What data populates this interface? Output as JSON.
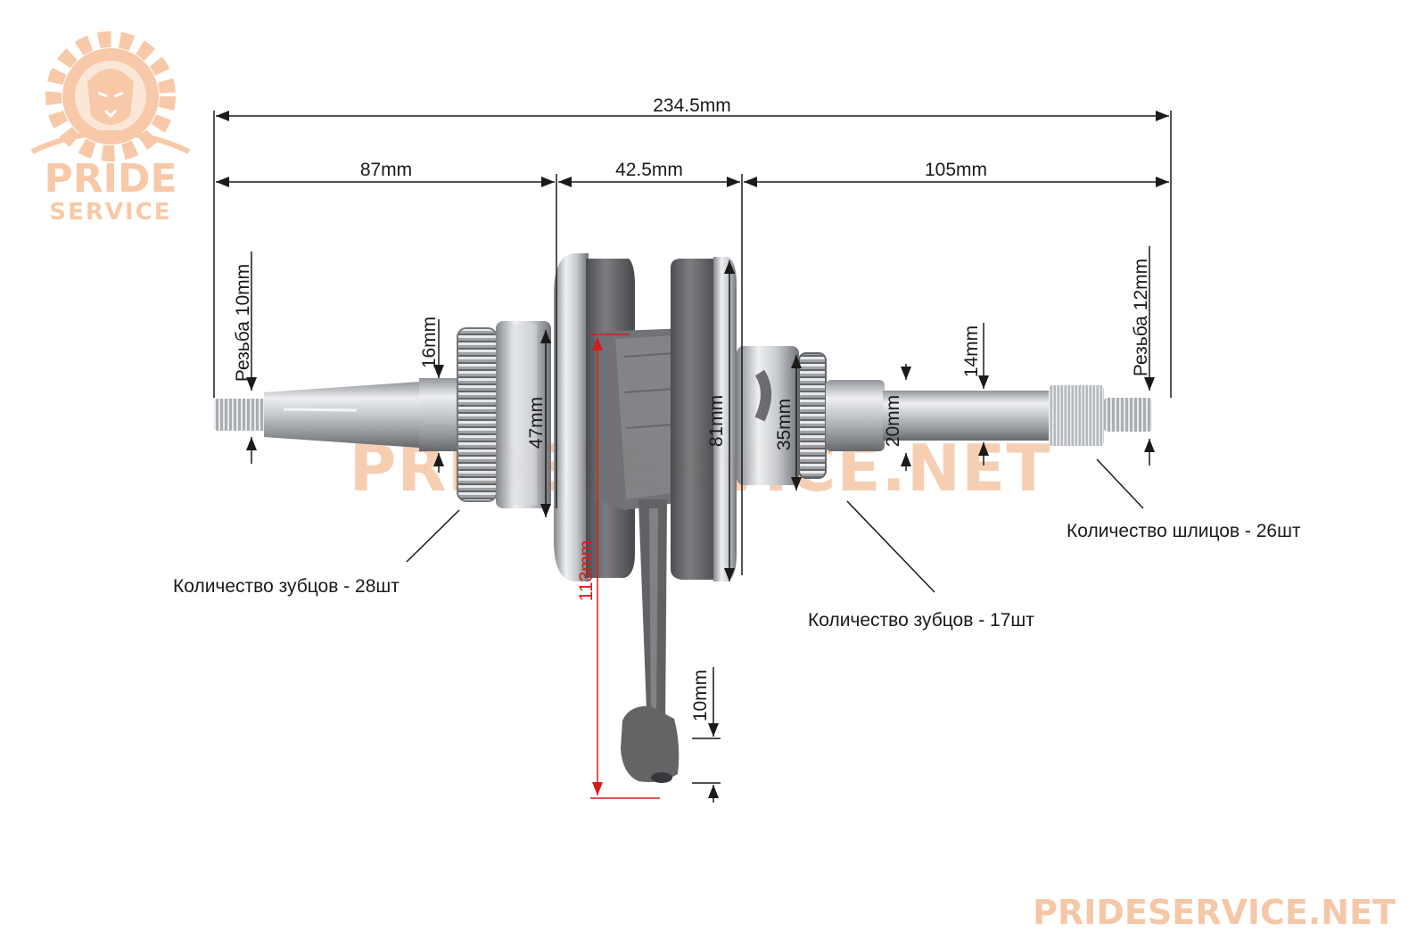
{
  "logo": {
    "line1": "PRIDE",
    "line2": "SERVICE",
    "color": "#f7c9a8"
  },
  "watermark": {
    "center": "PRIDESERVICE.NET",
    "corner": "PRIDESERVICE.NET",
    "color": "#f5c7a6"
  },
  "dimensions": {
    "overall_length": "234.5mm",
    "left_section": "87mm",
    "center_section": "42.5mm",
    "right_section": "105mm",
    "left_thread": "Резьба 10mm",
    "right_thread": "Резьба 12mm",
    "left_shaft_dia": "16mm",
    "left_bearing_dia": "47mm",
    "flywheel_dia": "81mm",
    "right_bearing_dia": "35mm",
    "right_journal_dia": "20mm",
    "right_shaft_dia": "14mm",
    "rod_length": "113mm",
    "small_end_dia": "10mm"
  },
  "callouts": {
    "left_gear": "Количество зубцов - 28шт",
    "right_gear": "Количество зубцов - 17шт",
    "splines": "Количество шлицов - 26шт"
  },
  "colors": {
    "dimension_line": "#1a1a1a",
    "rod_dimension": "#d41c1c",
    "steel_light": "#e4e6e8",
    "steel_mid": "#b9bcc0",
    "steel_dark": "#6d7075",
    "cast_iron": "#5e5f61"
  }
}
